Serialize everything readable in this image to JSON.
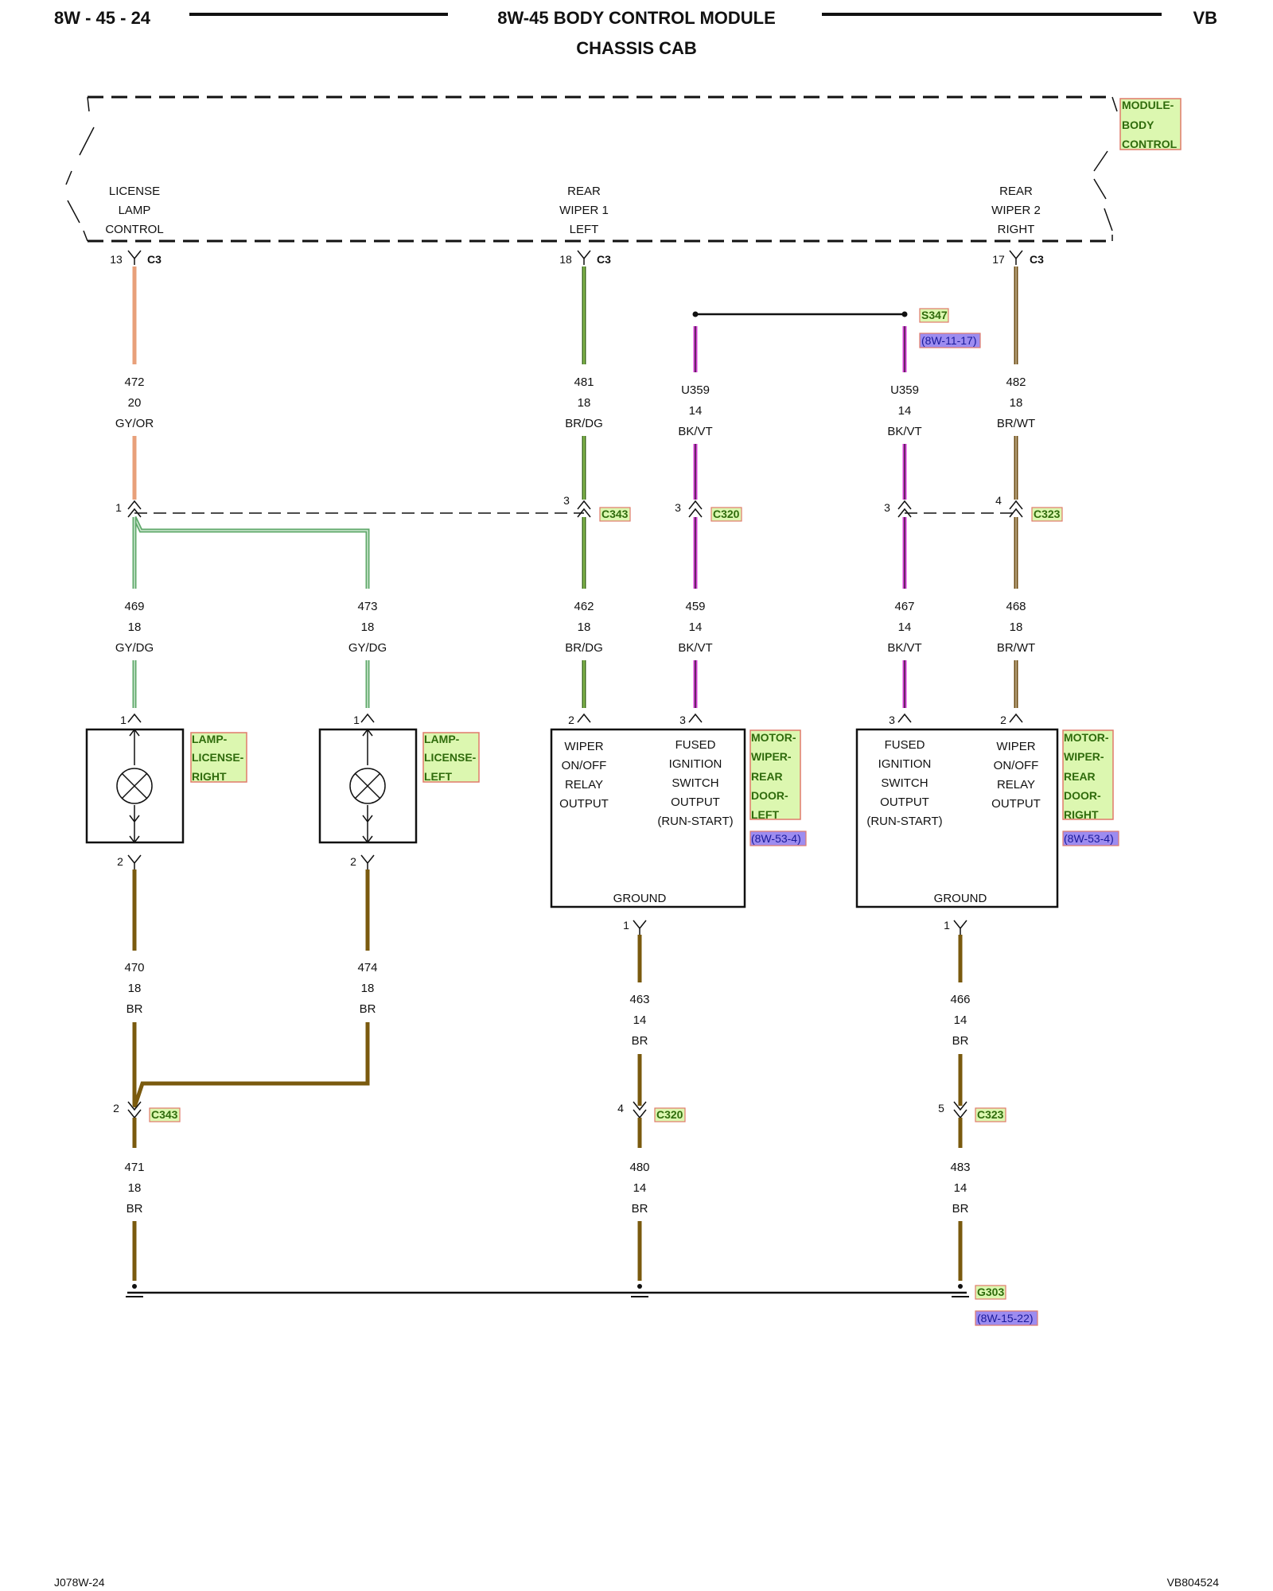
{
  "header": {
    "page": "8W - 45 - 24",
    "title": "8W-45 BODY CONTROL MODULE",
    "subtitle": "CHASSIS CAB",
    "code": "VB"
  },
  "footer": {
    "left": "J078W-24",
    "right": "VB804524"
  },
  "module": {
    "tag": [
      "MODULE-",
      "BODY",
      "CONTROL"
    ],
    "outputs": [
      {
        "lines": [
          "LICENSE",
          "LAMP",
          "CONTROL"
        ],
        "pin": "13",
        "conn": "C3"
      },
      {
        "lines": [
          "REAR",
          "WIPER 1",
          "LEFT"
        ],
        "pin": "18",
        "conn": "C3"
      },
      {
        "lines": [
          "REAR",
          "WIPER 2",
          "RIGHT"
        ],
        "pin": "17",
        "conn": "C3"
      }
    ]
  },
  "splice": {
    "tag": "S347",
    "ref": "(8W-11-17)"
  },
  "wires": {
    "w472": [
      "472",
      "20",
      "GY/OR"
    ],
    "w481": [
      "481",
      "18",
      "BR/DG"
    ],
    "w482": [
      "482",
      "18",
      "BR/WT"
    ],
    "u359a": [
      "U359",
      "14",
      "BK/VT"
    ],
    "u359b": [
      "U359",
      "14",
      "BK/VT"
    ],
    "w469": [
      "469",
      "18",
      "GY/DG"
    ],
    "w473": [
      "473",
      "18",
      "GY/DG"
    ],
    "w462": [
      "462",
      "18",
      "BR/DG"
    ],
    "w459": [
      "459",
      "14",
      "BK/VT"
    ],
    "w467": [
      "467",
      "14",
      "BK/VT"
    ],
    "w468": [
      "468",
      "18",
      "BR/WT"
    ],
    "w470": [
      "470",
      "18",
      "BR"
    ],
    "w474": [
      "474",
      "18",
      "BR"
    ],
    "w463": [
      "463",
      "14",
      "BR"
    ],
    "w466": [
      "466",
      "14",
      "BR"
    ],
    "w471": [
      "471",
      "18",
      "BR"
    ],
    "w480": [
      "480",
      "14",
      "BR"
    ],
    "w483": [
      "483",
      "14",
      "BR"
    ]
  },
  "connectors": {
    "c343_upper": {
      "tag": "C343",
      "pin_a": "1",
      "pin_b": "3"
    },
    "c320_upper": {
      "tag": "C320",
      "pin": "3"
    },
    "c323_upper": {
      "tag": "C323",
      "pin_a": "3",
      "pin_b": "4"
    },
    "c343_lower": {
      "tag": "C343",
      "pin": "2"
    },
    "c320_lower": {
      "tag": "C320",
      "pin": "4"
    },
    "c323_lower": {
      "tag": "C323",
      "pin": "5"
    }
  },
  "lamps": {
    "right": {
      "tag": [
        "LAMP-",
        "LICENSE-",
        "RIGHT"
      ],
      "pin_top": "1",
      "pin_bottom": "2"
    },
    "left": {
      "tag": [
        "LAMP-",
        "LICENSE-",
        "LEFT"
      ],
      "pin_top": "1",
      "pin_bottom": "2"
    }
  },
  "motors": {
    "left": {
      "tag": [
        "MOTOR-",
        "WIPER-",
        "REAR",
        "DOOR-",
        "LEFT"
      ],
      "ref": "(8W-53-4)",
      "relay": [
        "WIPER",
        "ON/OFF",
        "RELAY",
        "OUTPUT"
      ],
      "fused": [
        "FUSED",
        "IGNITION",
        "SWITCH",
        "OUTPUT",
        "(RUN-START)"
      ],
      "ground": "GROUND",
      "pin_relay": "2",
      "pin_fused": "3",
      "pin_ground": "1"
    },
    "right": {
      "tag": [
        "MOTOR-",
        "WIPER-",
        "REAR",
        "DOOR-",
        "RIGHT"
      ],
      "ref": "(8W-53-4)",
      "relay": [
        "WIPER",
        "ON/OFF",
        "RELAY",
        "OUTPUT"
      ],
      "fused": [
        "FUSED",
        "IGNITION",
        "SWITCH",
        "OUTPUT",
        "(RUN-START)"
      ],
      "ground": "GROUND",
      "pin_relay": "2",
      "pin_fused": "3",
      "pin_ground": "1"
    }
  },
  "ground": {
    "tag": "G303",
    "ref": "(8W-15-22)"
  },
  "colors": {
    "gy_or": "#e8a07a",
    "gy_dg": "#5fa86a",
    "br_dg": "#3d6b1c",
    "br_wt": "#6b4a12",
    "bk_vt": "#d83dd8",
    "br": "#7a5a0e",
    "tag_fill": "#dcf7b0",
    "tag_border": "#e07a6a",
    "ref_fill": "#9d8cf0"
  }
}
